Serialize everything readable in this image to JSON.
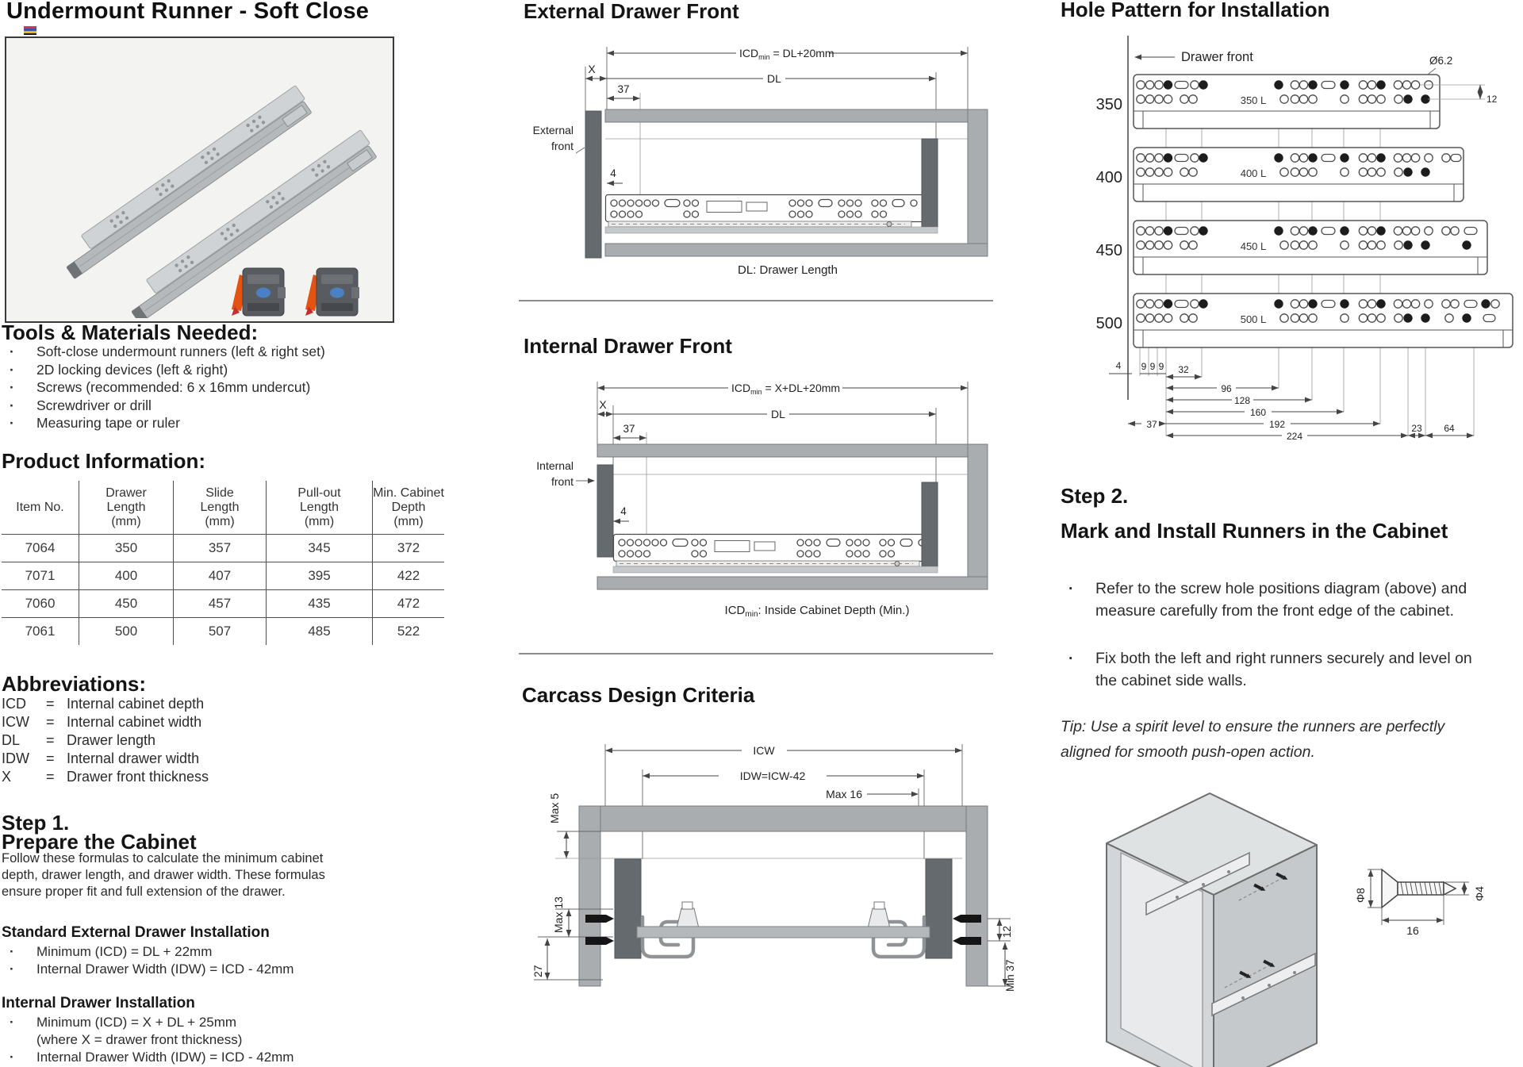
{
  "title": "Undermount Runner - Soft Close",
  "tools": {
    "heading": "Tools & Materials Needed:",
    "items": [
      "Soft-close undermount runners (left & right set)",
      "2D locking devices (left & right)",
      "Screws (recommended: 6 x 16mm undercut)",
      "Screwdriver or drill",
      "Measuring tape or ruler"
    ]
  },
  "product": {
    "heading": "Product Information:",
    "columns": [
      "Item No.",
      "Drawer\nLength\n(mm)",
      "Slide\nLength\n(mm)",
      "Pull-out\nLength\n(mm)",
      "Min. Cabinet\nDepth\n(mm)"
    ],
    "rows": [
      [
        "7064",
        "350",
        "357",
        "345",
        "372"
      ],
      [
        "7071",
        "400",
        "407",
        "395",
        "422"
      ],
      [
        "7060",
        "450",
        "457",
        "435",
        "472"
      ],
      [
        "7061",
        "500",
        "507",
        "485",
        "522"
      ]
    ]
  },
  "abbr": {
    "heading": "Abbreviations:",
    "eq": "=",
    "items": [
      {
        "k": "ICD",
        "v": "Internal cabinet depth"
      },
      {
        "k": "ICW",
        "v": "Internal cabinet width"
      },
      {
        "k": "DL",
        "v": "Drawer length"
      },
      {
        "k": "IDW",
        "v": "Internal drawer width"
      },
      {
        "k": "X",
        "v": "Drawer front thickness"
      }
    ]
  },
  "step1": {
    "title": "Step 1.",
    "subtitle": "Prepare the Cabinet",
    "body": "Follow these formulas to calculate the minimum cabinet depth, drawer length, and drawer width. These formulas ensure proper fit and full extension of the drawer.",
    "ext_heading": "Standard External Drawer Installation",
    "ext_items": [
      "Minimum (ICD) = DL + 22mm",
      "Internal Drawer Width (IDW) = ICD - 42mm"
    ],
    "int_heading": "Internal Drawer Installation",
    "int_item1": "Minimum (ICD) = X + DL + 25mm",
    "int_item1b": "(where X = drawer front thickness)",
    "int_item2": "Internal Drawer Width (IDW) = ICD - 42mm"
  },
  "ext": {
    "heading": "External Drawer Front",
    "icd": "ICD",
    "icd_sub": "min",
    "icd_eq": " = DL+20mm",
    "dl": "DL",
    "x": "X",
    "n37": "37",
    "n4": "4",
    "front1": "External",
    "front2": "front",
    "caption": "DL: Drawer Length"
  },
  "int": {
    "heading": "Internal Drawer Front",
    "icd": "ICD",
    "icd_sub": "min",
    "icd_eq": " = X+DL+20mm",
    "dl": "DL",
    "x": "X",
    "n37": "37",
    "n4": "4",
    "front1": "Internal",
    "front2": "front",
    "cap1": "ICD",
    "cap_sub": "min",
    "cap2": ": Inside Cabinet Depth (Min.)"
  },
  "car": {
    "heading": "Carcass Design Criteria",
    "icw": "ICW",
    "idw": "IDW=ICW-42",
    "max16": "Max 16",
    "max5": "Max 5",
    "max13": "Max 13",
    "n27": "27",
    "n12": "12",
    "min37": "Min 37"
  },
  "holes": {
    "heading": "Hole Pattern for Installation",
    "front": "Drawer front",
    "dia": "Ø6.2",
    "n12": "12",
    "sizes": [
      "350",
      "400",
      "450",
      "500"
    ],
    "bars": [
      "350 L",
      "400 L",
      "450 L",
      "500 L"
    ],
    "d4": "4",
    "d9": "9",
    "d32": "32",
    "d96": "96",
    "d128": "128",
    "d160": "160",
    "d192": "192",
    "d37": "37",
    "d224": "224",
    "d23": "23",
    "d64": "64"
  },
  "step2": {
    "title": "Step 2.",
    "subtitle": "Mark and Install Runners in the Cabinet",
    "b1": "Refer to the screw hole positions diagram (above) and measure carefully from the front edge of the cabinet.",
    "b2": "Fix both the left and right runners securely and level on the cabinet side walls.",
    "tip": "Tip: Use a spirit level to ensure the runners are perfectly aligned for smooth push-open action."
  },
  "screw": {
    "d8": "Φ8",
    "n16": "16",
    "d4": "Φ4"
  }
}
